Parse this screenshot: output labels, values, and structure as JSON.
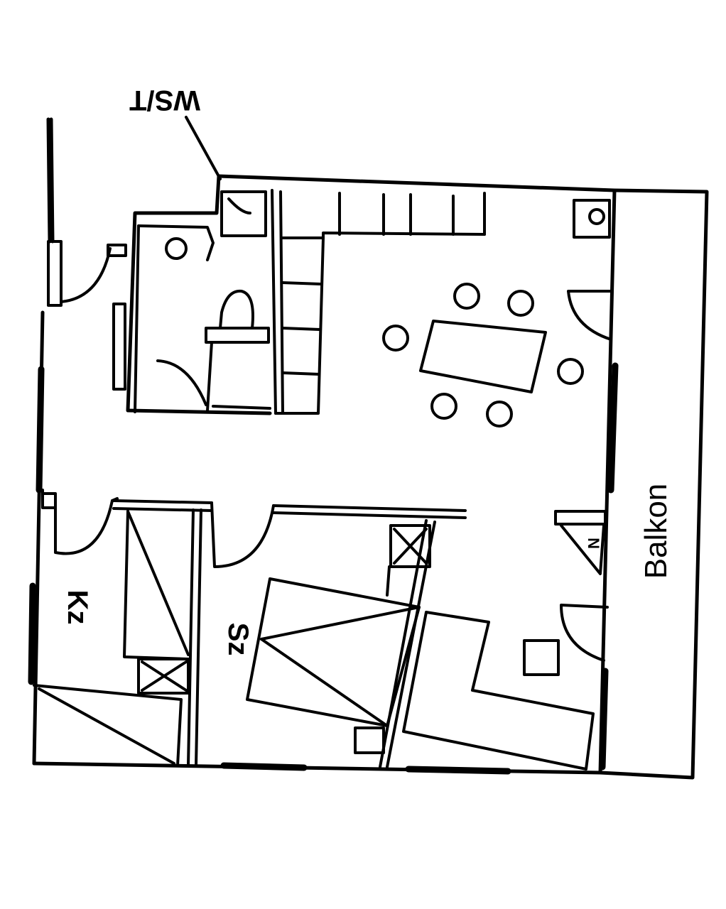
{
  "labels": {
    "wc_label": "WS/T",
    "room_kz": "Kz",
    "room_sz": "Sz",
    "balcony": "Balkon",
    "stair_mark": "N"
  }
}
